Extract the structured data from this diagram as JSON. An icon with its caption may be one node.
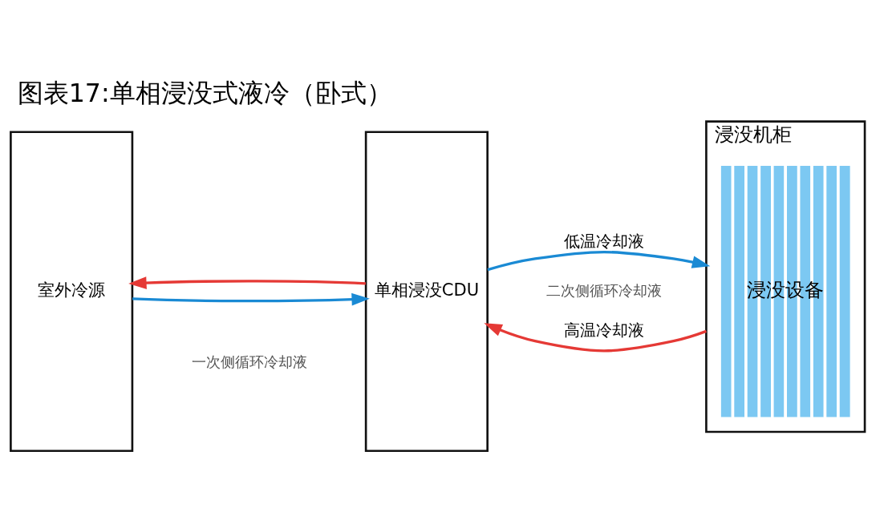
{
  "diagram": {
    "title": "图表17:单相浸没式液冷（卧式）",
    "nodes": [
      {
        "text": [
          "室外冷源"
        ]
      },
      {
        "text": [
          "单相浸没CDU"
        ]
      },
      {
        "text": [
          "浸没机柜"
        ]
      },
      {
        "text": [
          "浸没设备"
        ],
        "in": 2
      }
    ],
    "edges": [
      {
        "from": 1,
        "to": 0,
        "arrow": "to",
        "color": "#e53935"
      },
      {
        "from": 0,
        "to": 1,
        "arrow": "to",
        "color": "#1a8ad4"
      },
      {
        "from": 1,
        "to": 2,
        "arrow": "to",
        "label": "低温冷却液",
        "color": "#1a8ad4"
      },
      {
        "from": 2,
        "to": 1,
        "arrow": "to",
        "label": "高温冷却液",
        "color": "#e53935"
      }
    ],
    "labels": [
      "一次侧循环冷却液",
      "二次侧循环冷却液"
    ]
  }
}
